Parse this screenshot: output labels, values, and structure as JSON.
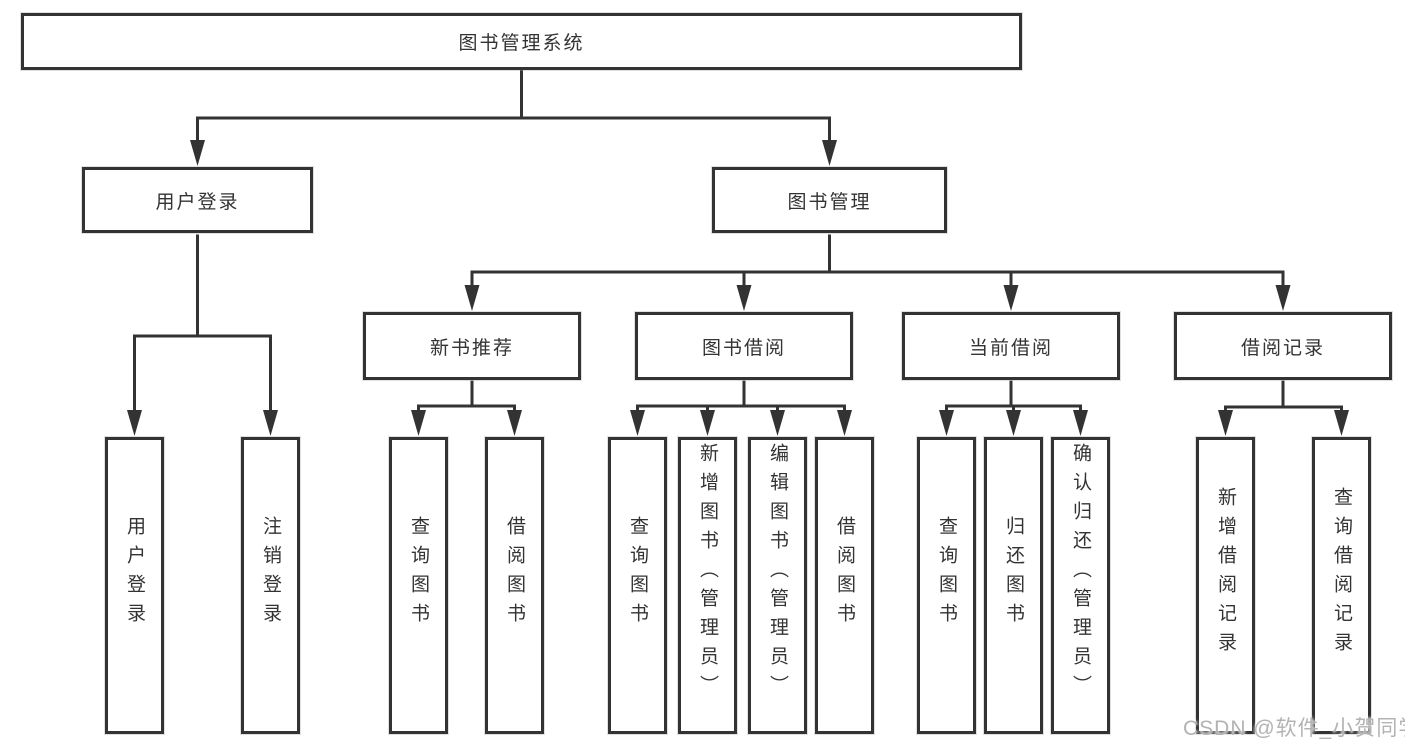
{
  "colors": {
    "line": "#333333",
    "text": "#333333",
    "watermark": "#b3b3b3",
    "bg": "#ffffff"
  },
  "watermark": "CSDN @软件_小贺同学",
  "tree": {
    "label": "图书管理系统",
    "children": [
      {
        "label": "用户登录",
        "children": [
          {
            "label": "用户登录"
          },
          {
            "label": "注销登录"
          }
        ]
      },
      {
        "label": "图书管理",
        "children": [
          {
            "label": "新书推荐",
            "children": [
              {
                "label": "查询图书"
              },
              {
                "label": "借阅图书"
              }
            ]
          },
          {
            "label": "图书借阅",
            "children": [
              {
                "label": "查询图书"
              },
              {
                "label": "新增图书（管理员）"
              },
              {
                "label": "编辑图书（管理员）"
              },
              {
                "label": "借阅图书"
              }
            ]
          },
          {
            "label": "当前借阅",
            "children": [
              {
                "label": "查询图书"
              },
              {
                "label": "归还图书"
              },
              {
                "label": "确认归还（管理员）"
              }
            ]
          },
          {
            "label": "借阅记录",
            "children": [
              {
                "label": "新增借阅记录"
              },
              {
                "label": "查询借阅记录"
              }
            ]
          }
        ]
      }
    ]
  }
}
